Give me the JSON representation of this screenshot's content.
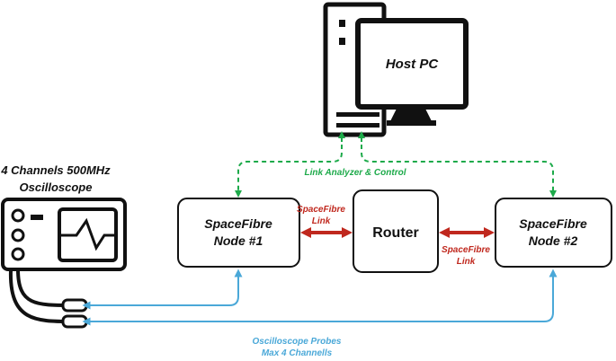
{
  "host": {
    "label": "Host PC"
  },
  "oscilloscope": {
    "label_line1": "4 Channels 500MHz",
    "label_line2": "Oscilloscope"
  },
  "nodes": {
    "node1": {
      "line1": "SpaceFibre",
      "line2": "Node #1"
    },
    "router": {
      "label": "Router"
    },
    "node2": {
      "line1": "SpaceFibre",
      "line2": "Node #2"
    }
  },
  "links": {
    "left": {
      "line1": "SpaceFibre",
      "line2": "Link"
    },
    "right": {
      "line1": "SpaceFibre",
      "line2": "Link"
    }
  },
  "control": {
    "label": "Link Analyzer & Control"
  },
  "probes": {
    "line1": "Oscilloscope Probes",
    "line2": "Max 4 Channells"
  },
  "colors": {
    "green": "#1daa4a",
    "red": "#c0281e",
    "blue": "#4aa8d8",
    "stroke": "#111111"
  }
}
